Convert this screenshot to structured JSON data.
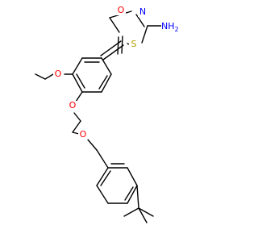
{
  "atoms": {
    "carbonyl_oxygen": {
      "symbol": "O",
      "color": "#ff0000"
    },
    "ring_nitrogen": {
      "symbol": "N",
      "color": "#0000ff"
    },
    "amino_group": {
      "symbol": "NH",
      "subscript": "2",
      "color": "#0000ff"
    },
    "ring_sulfur": {
      "symbol": "S",
      "color": "#b5a000"
    },
    "ethoxy_oxygen": {
      "symbol": "O",
      "color": "#ff0000"
    },
    "aryl_ether_oxygen": {
      "symbol": "O",
      "color": "#ff0000"
    },
    "phenoxy_oxygen": {
      "symbol": "O",
      "color": "#ff0000"
    }
  }
}
